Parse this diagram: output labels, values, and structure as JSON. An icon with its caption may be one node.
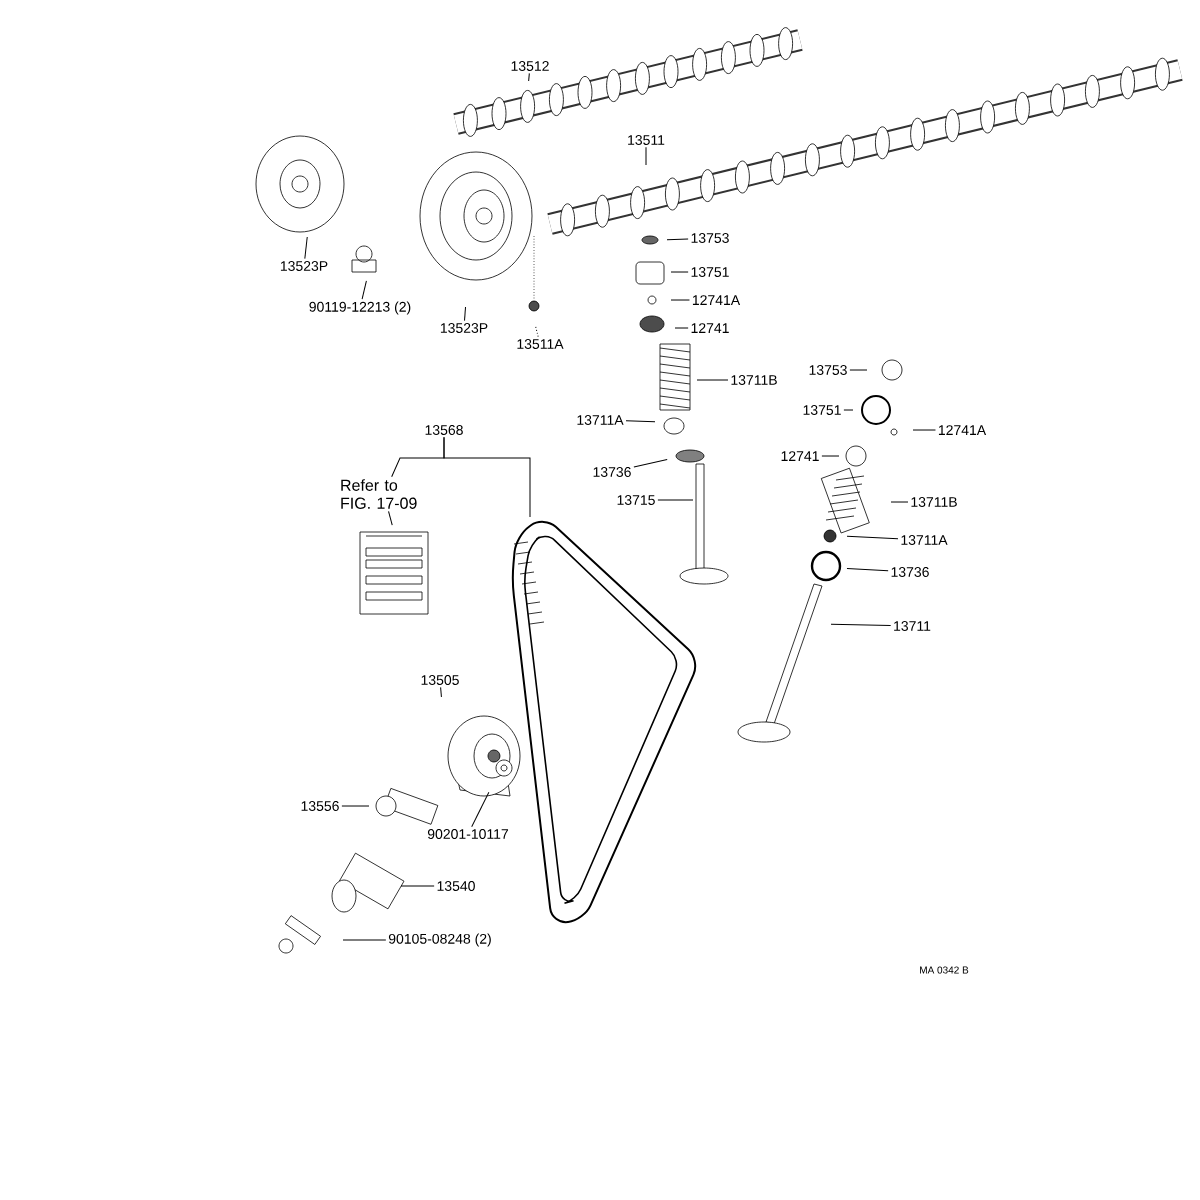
{
  "diagram": {
    "nodes": [
      {
        "text": [
          "13512"
        ]
      },
      {
        "text": [
          "13511"
        ]
      },
      {
        "text": [
          "13523P"
        ]
      },
      {
        "text": [
          "90119-12213 (2)"
        ]
      },
      {
        "text": [
          "13523P"
        ]
      },
      {
        "text": [
          "13511A"
        ]
      },
      {
        "text": [
          "13753"
        ]
      },
      {
        "text": [
          "13751"
        ]
      },
      {
        "text": [
          "12741A"
        ]
      },
      {
        "text": [
          "12741"
        ]
      },
      {
        "text": [
          "13711B"
        ]
      },
      {
        "text": [
          "13753"
        ]
      },
      {
        "text": [
          "13711A"
        ]
      },
      {
        "text": [
          "13751"
        ]
      },
      {
        "text": [
          "12741A"
        ]
      },
      {
        "text": [
          "13736"
        ]
      },
      {
        "text": [
          "12741"
        ]
      },
      {
        "text": [
          "13715"
        ]
      },
      {
        "text": [
          "13711B"
        ]
      },
      {
        "text": [
          "13711A"
        ]
      },
      {
        "text": [
          "13736"
        ]
      },
      {
        "text": [
          "13711"
        ]
      },
      {
        "text": [
          "13568"
        ]
      },
      {
        "text": [
          "Refer to FIG. 17-09"
        ]
      },
      {
        "text": [
          "13505"
        ]
      },
      {
        "text": [
          "13556"
        ]
      },
      {
        "text": [
          "90201-10117"
        ]
      },
      {
        "text": [
          "13540"
        ]
      },
      {
        "text": [
          "90105-08248 (2)"
        ]
      }
    ],
    "edges": [
      {
        "from": 0,
        "to": null,
        "arrow": "none"
      },
      {
        "from": 1,
        "to": null,
        "arrow": "none"
      },
      {
        "from": 2,
        "to": null,
        "arrow": "none"
      },
      {
        "from": 3,
        "to": null,
        "arrow": "none"
      },
      {
        "from": 4,
        "to": null,
        "arrow": "none"
      },
      {
        "from": 5,
        "to": null,
        "arrow": "none",
        "style": "dashed"
      },
      {
        "from": 6,
        "to": null,
        "arrow": "none"
      },
      {
        "from": 7,
        "to": null,
        "arrow": "none"
      },
      {
        "from": 8,
        "to": null,
        "arrow": "none"
      },
      {
        "from": 9,
        "to": null,
        "arrow": "none"
      },
      {
        "from": 10,
        "to": null,
        "arrow": "none"
      },
      {
        "from": 11,
        "to": null,
        "arrow": "none"
      },
      {
        "from": 12,
        "to": null,
        "arrow": "none"
      },
      {
        "from": 13,
        "to": null,
        "arrow": "none"
      },
      {
        "from": 14,
        "to": null,
        "arrow": "none"
      },
      {
        "from": 15,
        "to": null,
        "arrow": "none"
      },
      {
        "from": 16,
        "to": null,
        "arrow": "none"
      },
      {
        "from": 17,
        "to": null,
        "arrow": "none"
      },
      {
        "from": 18,
        "to": null,
        "arrow": "none"
      },
      {
        "from": 19,
        "to": null,
        "arrow": "none"
      },
      {
        "from": 20,
        "to": null,
        "arrow": "none"
      },
      {
        "from": 21,
        "to": null,
        "arrow": "none"
      },
      {
        "from": 22,
        "to": 23,
        "arrow": "none"
      },
      {
        "from": 22,
        "to": null,
        "arrow": "none"
      },
      {
        "from": 23,
        "to": null,
        "arrow": "none"
      },
      {
        "from": 24,
        "to": null,
        "arrow": "none"
      },
      {
        "from": 25,
        "to": null,
        "arrow": "none"
      },
      {
        "from": 26,
        "to": null,
        "arrow": "none"
      },
      {
        "from": 27,
        "to": null,
        "arrow": "none"
      },
      {
        "from": 28,
        "to": null,
        "arrow": "none"
      }
    ],
    "labels": [
      "MA 0342 B"
    ]
  }
}
